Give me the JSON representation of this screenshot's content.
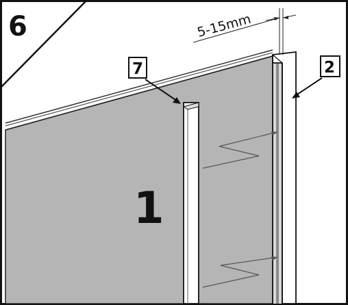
{
  "diagram": {
    "step_number": "6",
    "dimension_label": "5-15mm",
    "callouts": {
      "panel": "1",
      "profile": "2",
      "insert": "7"
    }
  }
}
